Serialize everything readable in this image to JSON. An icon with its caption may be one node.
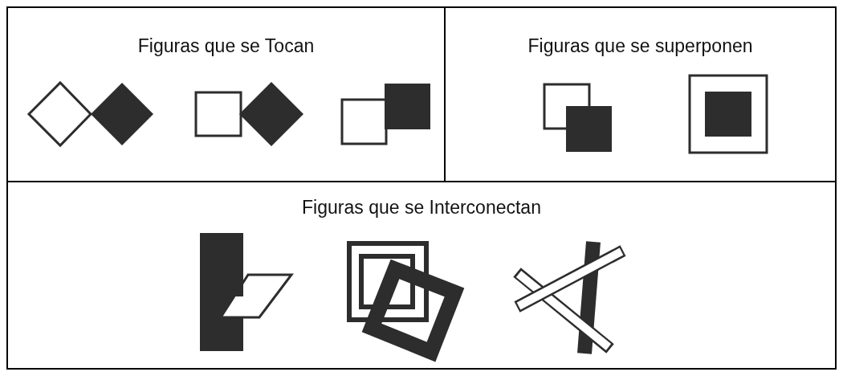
{
  "diagram": {
    "nodes": [
      {
        "text": [
          "Figuras que se Tocan"
        ]
      },
      {
        "text": [
          "Figuras que se superponen"
        ]
      },
      {
        "text": [
          "Figuras que se Interconectan"
        ]
      }
    ]
  }
}
